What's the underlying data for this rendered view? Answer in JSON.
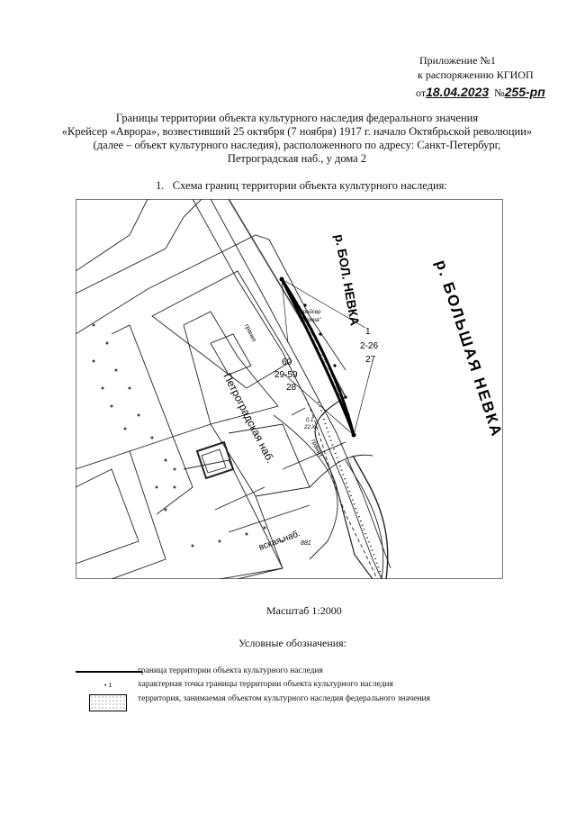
{
  "header": {
    "appendix": "Приложение №1",
    "order": "к распоряжению КГИОП",
    "date_prefix": "от",
    "date": "18.04.2023",
    "number_prefix": "№",
    "number": "255-рп"
  },
  "title": {
    "line1": "Границы территории объекта культурного наследия федерального значения",
    "line2": "«Крейсер «Аврора», возвестивший 25 октября (7 ноября) 1917 г. начало Октябрьской революции»",
    "line3": "(далее – объект культурного наследия), расположенного по адресу: Санкт-Петербург,",
    "line4": "Петроградская наб., у дома 2"
  },
  "section1": "1.   Схема границ территории объекта культурного наследия:",
  "map": {
    "river_small": "р. БОЛ. НЕВКА",
    "river_large": "р. БОЛЬШАЯ НЕВКА",
    "embankment": "Петроградская наб.",
    "embankment_bottom": "вская наб.",
    "granite": "гранит",
    "ship_label_1": "крейсер",
    "ship_label_2": "\"Аврора\"",
    "points": [
      "1",
      "2-26",
      "27",
      "28",
      "29-59",
      "60"
    ],
    "mark_depth_1": "0.1",
    "mark_depth_2": "22.XI",
    "mark_881": "881",
    "boundary_color": "#000000"
  },
  "scale": "Масштаб 1:2000",
  "legend": {
    "title": "Условные обозначения:",
    "items": [
      {
        "symbol": "line",
        "label": "граница территории объекта культурного наследия"
      },
      {
        "symbol": "point",
        "symbol_text": "1",
        "label": "характерная точка границы территории объекта культурного наследия"
      },
      {
        "symbol": "hatched-area",
        "label": "территория, занимаемая объектом культурного  наследия федерального значения"
      }
    ]
  }
}
